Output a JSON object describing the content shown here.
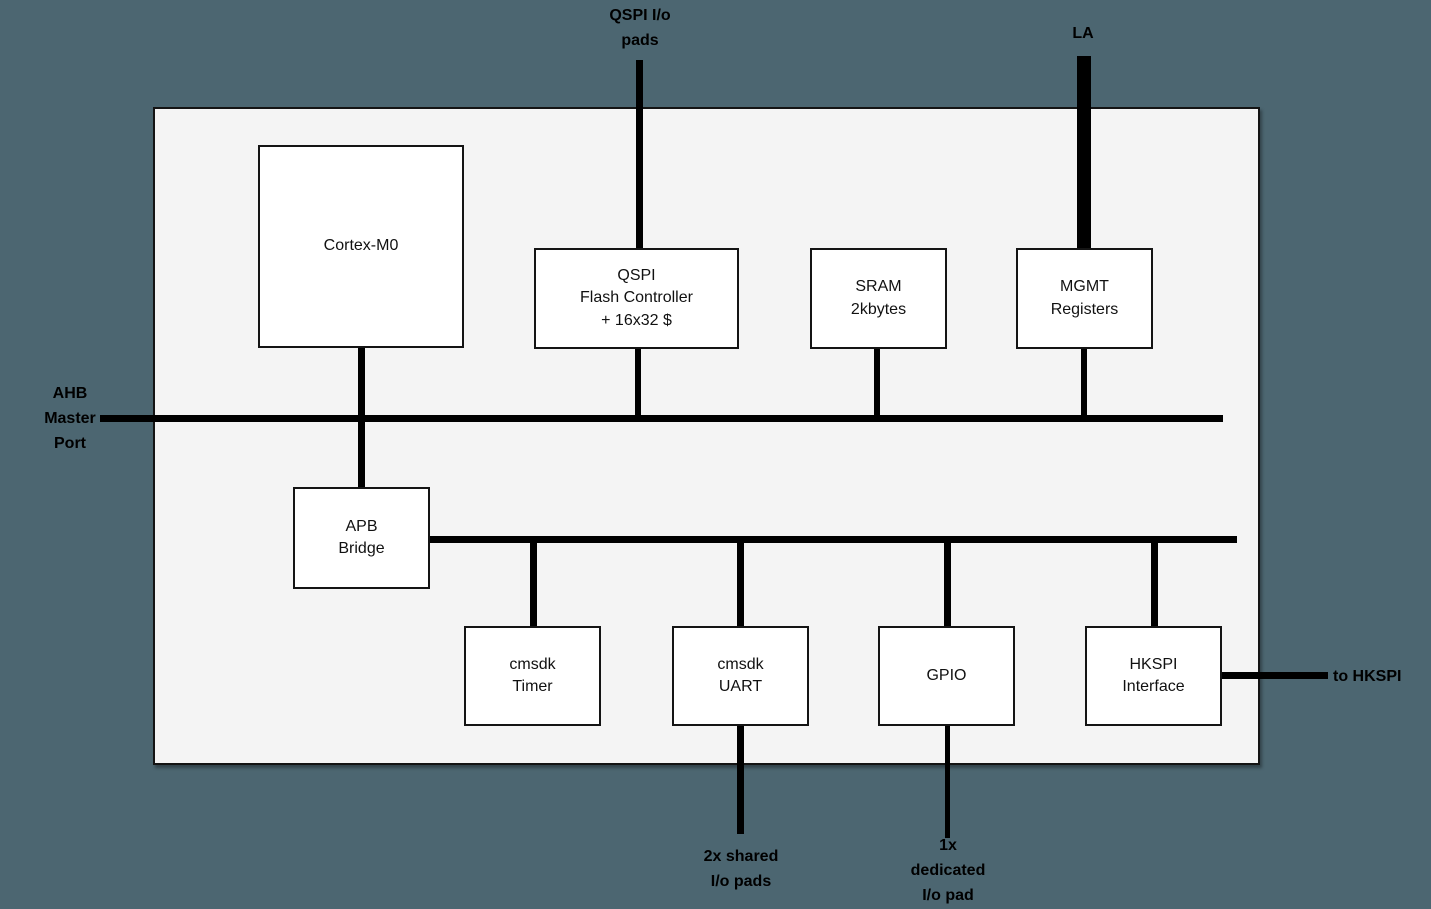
{
  "colors": {
    "background": "#4C6671",
    "container": "#F4F4F4",
    "block_fill": "#FFFFFF",
    "line": "#000000",
    "text": "#111111"
  },
  "blocks": {
    "cortex_m0": {
      "label": "Cortex-M0"
    },
    "qspi_flash_controller": {
      "label": "QSPI\nFlash Controller\n+ 16x32 $"
    },
    "sram": {
      "label": "SRAM\n2kbytes"
    },
    "mgmt_registers": {
      "label": "MGMT\nRegisters"
    },
    "apb_bridge": {
      "label": "APB\nBridge"
    },
    "cmsdk_timer": {
      "label": "cmsdk\nTimer"
    },
    "cmsdk_uart": {
      "label": "cmsdk\nUART"
    },
    "gpio": {
      "label": "GPIO"
    },
    "hkspi_interface": {
      "label": "HKSPI\nInterface"
    }
  },
  "external_labels": {
    "qspi_io_pads": "QSPI I/o\npads",
    "la": "LA",
    "ahb_master_port": "AHB\nMaster\nPort",
    "to_hkspi": "to HKSPI",
    "shared_io_pads": "2x shared\nI/o pads",
    "dedicated_io_pad": "1x\ndedicated\nI/o pad"
  }
}
